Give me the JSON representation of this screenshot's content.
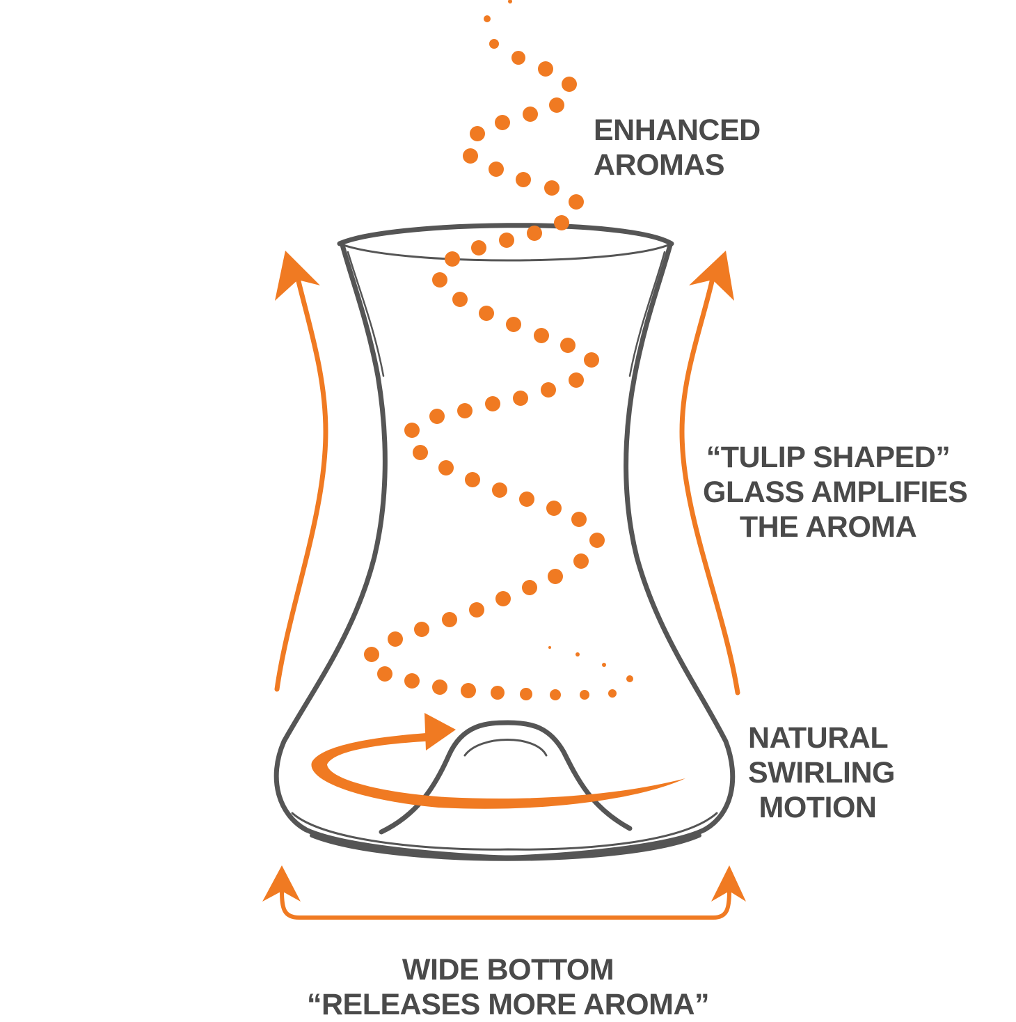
{
  "colors": {
    "accent": "#f07a22",
    "outline": "#555555",
    "text": "#4a4a4a",
    "background": "#ffffff"
  },
  "labels": {
    "enhanced_aromas": [
      "ENHANCED",
      "AROMAS"
    ],
    "tulip_shaped": [
      "“TULIP SHAPED”",
      "GLASS AMPLIFIES",
      "THE AROMA"
    ],
    "natural_swirling": [
      "NATURAL",
      "SWIRLING",
      "MOTION"
    ],
    "wide_bottom": [
      "WIDE BOTTOM",
      "“RELEASES MORE AROMA”"
    ]
  },
  "icons": {
    "glass": "tulip-glass-icon",
    "aroma_spiral": "dotted-spiral-icon",
    "up_arrow": "arrow-up-icon",
    "swirl_arrow": "swirl-arrow-icon",
    "width_bracket": "width-bracket-icon"
  }
}
